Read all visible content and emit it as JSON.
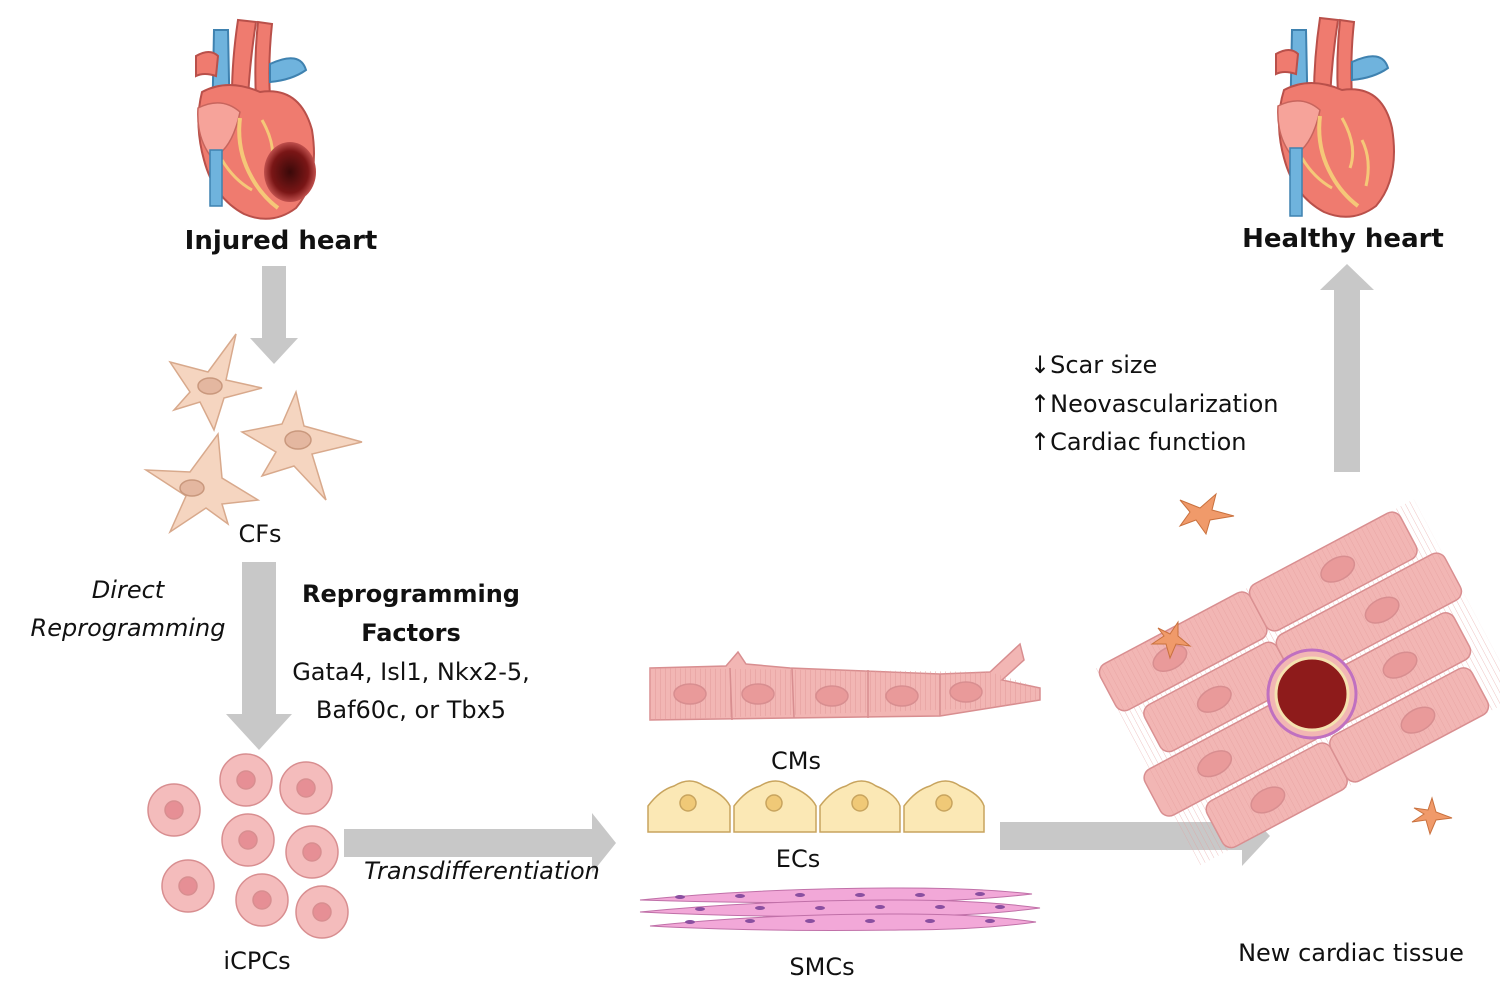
{
  "labels": {
    "injured_heart": "Injured heart",
    "cfs": "CFs",
    "direct": "Direct",
    "reprogramming": "Reprogramming",
    "factors_line1": "Reprogramming",
    "factors_line2": "Factors",
    "factors_line3": "Gata4, Isl1, Nkx2-5,",
    "factors_line4": "Baf60c, or Tbx5",
    "icpcs": "iCPCs",
    "transdifferentiation": "Transdifferentiation",
    "cms": "CMs",
    "ecs": "ECs",
    "smcs": "SMCs",
    "new_tissue": "New cardiac tissue",
    "healthy_heart": "Healthy heart",
    "outcome1": "Scar size",
    "outcome2": "Neovascularization",
    "outcome3": "Cardiac function",
    "arrow_down": "↓",
    "arrow_up1": "↑",
    "arrow_up2": "↑"
  },
  "colors": {
    "arrow": "#c8c8c8",
    "fibroblast": "#f5d5c0",
    "fibroblast_nucleus": "#e4b7a0",
    "progenitor": "#f4bcbc",
    "progenitor_nucleus": "#e68f95",
    "cardiomyocyte": "#f2b6b4",
    "endothelial": "#fbe8b5",
    "smooth_muscle": "#f2a8d8",
    "scar": "#8e1b1b",
    "heart_red": "#ef7b6f",
    "heart_blue": "#6fb3dd"
  }
}
